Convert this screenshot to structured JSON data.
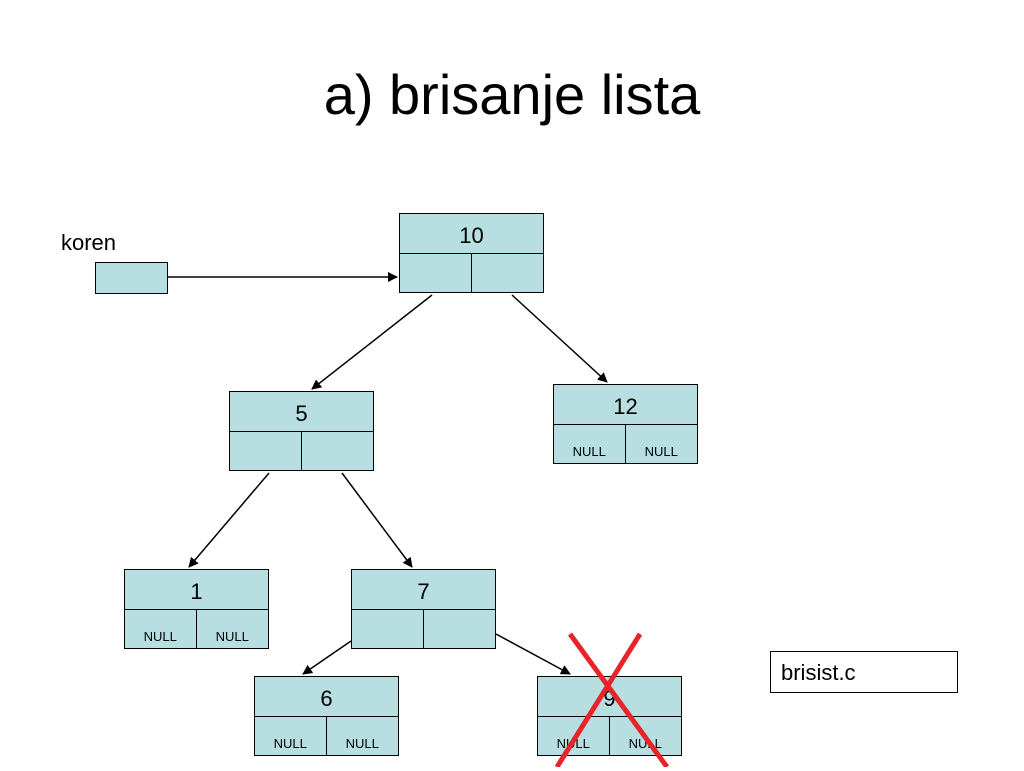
{
  "title": "a) brisanje lista",
  "root_label": "koren",
  "file_label": "brisist.c",
  "nodes": {
    "n10": {
      "value": "10",
      "left": "",
      "right": ""
    },
    "n5": {
      "value": "5",
      "left": "",
      "right": ""
    },
    "n12": {
      "value": "12",
      "left": "NULL",
      "right": "NULL"
    },
    "n1": {
      "value": "1",
      "left": "NULL",
      "right": "NULL"
    },
    "n7": {
      "value": "7",
      "left": "",
      "right": ""
    },
    "n6": {
      "value": "6",
      "left": "NULL",
      "right": "NULL"
    },
    "n9": {
      "value": "9",
      "left": "NULL",
      "right": "NULL"
    }
  },
  "colors": {
    "node_fill": "#b7dee0",
    "delete_mark": "#e8232a"
  }
}
